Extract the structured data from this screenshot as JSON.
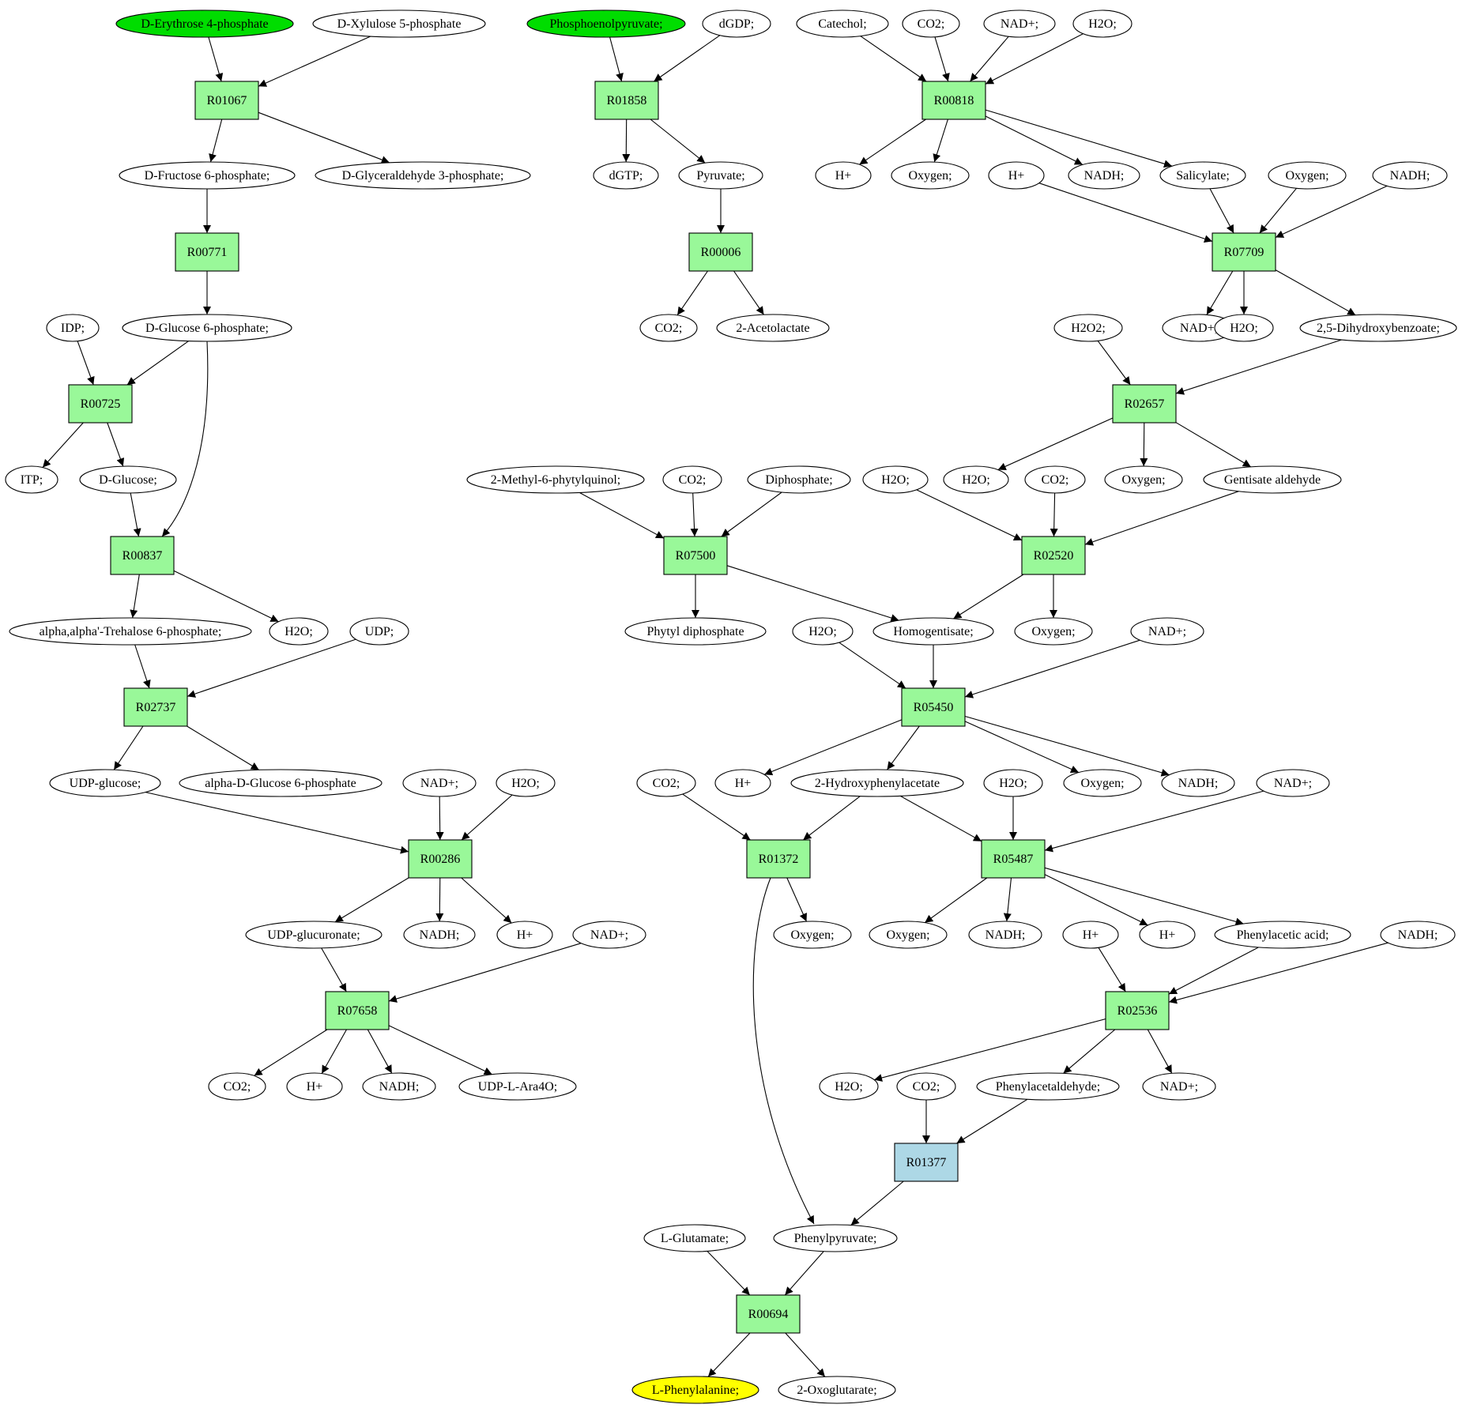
{
  "colors": {
    "background": "#ffffff",
    "compound": "#ffffff",
    "reaction": "#99f899",
    "start_compound": "#00dd00",
    "target_compound": "#ffff00",
    "highlight_reaction": "#add8e6",
    "stroke": "#000000"
  },
  "nodes": [
    {
      "id": "n_e4p",
      "kind": "compound",
      "style": "start",
      "label": "D-Erythrose 4-phosphate"
    },
    {
      "id": "n_x5p",
      "kind": "compound",
      "label": "D-Xylulose 5-phosphate"
    },
    {
      "id": "r_R01067",
      "kind": "reaction",
      "label": "R01067"
    },
    {
      "id": "n_f6p",
      "kind": "compound",
      "label": "D-Fructose 6-phosphate;"
    },
    {
      "id": "n_g3p",
      "kind": "compound",
      "label": "D-Glyceraldehyde 3-phosphate;"
    },
    {
      "id": "r_R00771",
      "kind": "reaction",
      "label": "R00771"
    },
    {
      "id": "n_idp",
      "kind": "compound",
      "label": "IDP;"
    },
    {
      "id": "n_g6p",
      "kind": "compound",
      "label": "D-Glucose 6-phosphate;"
    },
    {
      "id": "r_R00725",
      "kind": "reaction",
      "label": "R00725"
    },
    {
      "id": "n_itp",
      "kind": "compound",
      "label": "ITP;"
    },
    {
      "id": "n_glc",
      "kind": "compound",
      "label": "D-Glucose;"
    },
    {
      "id": "r_R00837",
      "kind": "reaction",
      "label": "R00837"
    },
    {
      "id": "n_tre6p",
      "kind": "compound",
      "label": "alpha,alpha'-Trehalose 6-phosphate;"
    },
    {
      "id": "n_h2o_a",
      "kind": "compound",
      "label": "H2O;"
    },
    {
      "id": "n_udp",
      "kind": "compound",
      "label": "UDP;"
    },
    {
      "id": "r_R02737",
      "kind": "reaction",
      "label": "R02737"
    },
    {
      "id": "n_udpglc",
      "kind": "compound",
      "label": "UDP-glucose;"
    },
    {
      "id": "n_ag6p",
      "kind": "compound",
      "label": "alpha-D-Glucose 6-phosphate"
    },
    {
      "id": "n_nad_a",
      "kind": "compound",
      "label": "NAD+;"
    },
    {
      "id": "n_h2o_b",
      "kind": "compound",
      "label": "H2O;"
    },
    {
      "id": "r_R00286",
      "kind": "reaction",
      "label": "R00286"
    },
    {
      "id": "n_udpgla",
      "kind": "compound",
      "label": "UDP-glucuronate;"
    },
    {
      "id": "n_nadh_a",
      "kind": "compound",
      "label": "NADH;"
    },
    {
      "id": "n_hp_a",
      "kind": "compound",
      "label": "H+"
    },
    {
      "id": "n_nad_b",
      "kind": "compound",
      "label": "NAD+;"
    },
    {
      "id": "r_R07658",
      "kind": "reaction",
      "label": "R07658"
    },
    {
      "id": "n_co2_a",
      "kind": "compound",
      "label": "CO2;"
    },
    {
      "id": "n_hp_b",
      "kind": "compound",
      "label": "H+"
    },
    {
      "id": "n_nadh_b",
      "kind": "compound",
      "label": "NADH;"
    },
    {
      "id": "n_udpara",
      "kind": "compound",
      "label": "UDP-L-Ara4O;"
    },
    {
      "id": "n_pep",
      "kind": "compound",
      "style": "start",
      "label": "Phosphoenolpyruvate;"
    },
    {
      "id": "n_dgdp",
      "kind": "compound",
      "label": "dGDP;"
    },
    {
      "id": "r_R01858",
      "kind": "reaction",
      "label": "R01858"
    },
    {
      "id": "n_dgtp",
      "kind": "compound",
      "label": "dGTP;"
    },
    {
      "id": "n_pyr",
      "kind": "compound",
      "label": "Pyruvate;"
    },
    {
      "id": "r_R00006",
      "kind": "reaction",
      "label": "R00006"
    },
    {
      "id": "n_co2_b",
      "kind": "compound",
      "label": "CO2;"
    },
    {
      "id": "n_acl",
      "kind": "compound",
      "label": "2-Acetolactate"
    },
    {
      "id": "n_catechol",
      "kind": "compound",
      "label": "Catechol;"
    },
    {
      "id": "n_co2_c",
      "kind": "compound",
      "label": "CO2;"
    },
    {
      "id": "n_nad_c",
      "kind": "compound",
      "label": "NAD+;"
    },
    {
      "id": "n_h2o_c",
      "kind": "compound",
      "label": "H2O;"
    },
    {
      "id": "r_R00818",
      "kind": "reaction",
      "label": "R00818"
    },
    {
      "id": "n_hp_c",
      "kind": "compound",
      "label": "H+"
    },
    {
      "id": "n_oxy_a",
      "kind": "compound",
      "label": "Oxygen;"
    },
    {
      "id": "n_hp_d",
      "kind": "compound",
      "label": "H+"
    },
    {
      "id": "n_nadh_c",
      "kind": "compound",
      "label": "NADH;"
    },
    {
      "id": "n_sal",
      "kind": "compound",
      "label": "Salicylate;"
    },
    {
      "id": "n_oxy_b",
      "kind": "compound",
      "label": "Oxygen;"
    },
    {
      "id": "n_nadh_d",
      "kind": "compound",
      "label": "NADH;"
    },
    {
      "id": "r_R07709",
      "kind": "reaction",
      "label": "R07709"
    },
    {
      "id": "n_h2o2",
      "kind": "compound",
      "label": "H2O2;"
    },
    {
      "id": "n_nad_d",
      "kind": "compound",
      "label": "NAD+;"
    },
    {
      "id": "n_h2o_d",
      "kind": "compound",
      "label": "H2O;"
    },
    {
      "id": "n_dhb",
      "kind": "compound",
      "label": "2,5-Dihydroxybenzoate;"
    },
    {
      "id": "r_R02657",
      "kind": "reaction",
      "label": "R02657"
    },
    {
      "id": "n_mpq",
      "kind": "compound",
      "label": "2-Methyl-6-phytylquinol;"
    },
    {
      "id": "n_co2_d",
      "kind": "compound",
      "label": "CO2;"
    },
    {
      "id": "n_ppi",
      "kind": "compound",
      "label": "Diphosphate;"
    },
    {
      "id": "n_h2o_e",
      "kind": "compound",
      "label": "H2O;"
    },
    {
      "id": "n_h2o_f",
      "kind": "compound",
      "label": "H2O;"
    },
    {
      "id": "n_co2_e",
      "kind": "compound",
      "label": "CO2;"
    },
    {
      "id": "n_oxy_c",
      "kind": "compound",
      "label": "Oxygen;"
    },
    {
      "id": "n_gald",
      "kind": "compound",
      "label": "Gentisate aldehyde"
    },
    {
      "id": "r_R07500",
      "kind": "reaction",
      "label": "R07500"
    },
    {
      "id": "r_R02520",
      "kind": "reaction",
      "label": "R02520"
    },
    {
      "id": "n_phytpp",
      "kind": "compound",
      "label": "Phytyl diphosphate"
    },
    {
      "id": "n_h2o_g",
      "kind": "compound",
      "label": "H2O;"
    },
    {
      "id": "n_hga",
      "kind": "compound",
      "label": "Homogentisate;"
    },
    {
      "id": "n_oxy_d",
      "kind": "compound",
      "label": "Oxygen;"
    },
    {
      "id": "n_nad_e",
      "kind": "compound",
      "label": "NAD+;"
    },
    {
      "id": "r_R05450",
      "kind": "reaction",
      "label": "R05450"
    },
    {
      "id": "n_co2_f",
      "kind": "compound",
      "label": "CO2;"
    },
    {
      "id": "n_hp_e",
      "kind": "compound",
      "label": "H+"
    },
    {
      "id": "n_hpa",
      "kind": "compound",
      "label": "2-Hydroxyphenylacetate"
    },
    {
      "id": "n_h2o_h",
      "kind": "compound",
      "label": "H2O;"
    },
    {
      "id": "n_oxy_e",
      "kind": "compound",
      "label": "Oxygen;"
    },
    {
      "id": "n_nadh_e",
      "kind": "compound",
      "label": "NADH;"
    },
    {
      "id": "n_nad_f",
      "kind": "compound",
      "label": "NAD+;"
    },
    {
      "id": "r_R01372",
      "kind": "reaction",
      "label": "R01372"
    },
    {
      "id": "r_R05487",
      "kind": "reaction",
      "label": "R05487"
    },
    {
      "id": "n_oxy_f",
      "kind": "compound",
      "label": "Oxygen;"
    },
    {
      "id": "n_oxy_g",
      "kind": "compound",
      "label": "Oxygen;"
    },
    {
      "id": "n_nadh_f",
      "kind": "compound",
      "label": "NADH;"
    },
    {
      "id": "n_hp_f",
      "kind": "compound",
      "label": "H+"
    },
    {
      "id": "n_hp_g",
      "kind": "compound",
      "label": "H+"
    },
    {
      "id": "n_paa",
      "kind": "compound",
      "label": "Phenylacetic acid;"
    },
    {
      "id": "n_nadh_g",
      "kind": "compound",
      "label": "NADH;"
    },
    {
      "id": "r_R02536",
      "kind": "reaction",
      "label": "R02536"
    },
    {
      "id": "n_h2o_i",
      "kind": "compound",
      "label": "H2O;"
    },
    {
      "id": "n_co2_g",
      "kind": "compound",
      "label": "CO2;"
    },
    {
      "id": "n_pald",
      "kind": "compound",
      "label": "Phenylacetaldehyde;"
    },
    {
      "id": "n_nad_g",
      "kind": "compound",
      "label": "NAD+;"
    },
    {
      "id": "r_R01377",
      "kind": "reaction",
      "style": "highlight",
      "label": "R01377"
    },
    {
      "id": "n_glu",
      "kind": "compound",
      "label": "L-Glutamate;"
    },
    {
      "id": "n_ppyr",
      "kind": "compound",
      "label": "Phenylpyruvate;"
    },
    {
      "id": "r_R00694",
      "kind": "reaction",
      "label": "R00694"
    },
    {
      "id": "n_phe",
      "kind": "compound",
      "style": "target",
      "label": "L-Phenylalanine;"
    },
    {
      "id": "n_akg",
      "kind": "compound",
      "label": "2-Oxoglutarate;"
    }
  ],
  "edges": [
    [
      "n_e4p",
      "r_R01067"
    ],
    [
      "n_x5p",
      "r_R01067"
    ],
    [
      "r_R01067",
      "n_f6p"
    ],
    [
      "r_R01067",
      "n_g3p"
    ],
    [
      "n_f6p",
      "r_R00771"
    ],
    [
      "r_R00771",
      "n_g6p"
    ],
    [
      "n_idp",
      "r_R00725"
    ],
    [
      "n_g6p",
      "r_R00725"
    ],
    [
      "r_R00725",
      "n_itp"
    ],
    [
      "r_R00725",
      "n_glc"
    ],
    [
      "n_glc",
      "r_R00837"
    ],
    [
      "n_g6p",
      "r_R00837"
    ],
    [
      "r_R00837",
      "n_tre6p"
    ],
    [
      "r_R00837",
      "n_h2o_a"
    ],
    [
      "n_tre6p",
      "r_R02737"
    ],
    [
      "n_udp",
      "r_R02737"
    ],
    [
      "r_R02737",
      "n_udpglc"
    ],
    [
      "r_R02737",
      "n_ag6p"
    ],
    [
      "n_udpglc",
      "r_R00286"
    ],
    [
      "n_nad_a",
      "r_R00286"
    ],
    [
      "n_h2o_b",
      "r_R00286"
    ],
    [
      "r_R00286",
      "n_udpgla"
    ],
    [
      "r_R00286",
      "n_nadh_a"
    ],
    [
      "r_R00286",
      "n_hp_a"
    ],
    [
      "n_udpgla",
      "r_R07658"
    ],
    [
      "n_nad_b",
      "r_R07658"
    ],
    [
      "r_R07658",
      "n_co2_a"
    ],
    [
      "r_R07658",
      "n_hp_b"
    ],
    [
      "r_R07658",
      "n_nadh_b"
    ],
    [
      "r_R07658",
      "n_udpara"
    ],
    [
      "n_pep",
      "r_R01858"
    ],
    [
      "n_dgdp",
      "r_R01858"
    ],
    [
      "r_R01858",
      "n_dgtp"
    ],
    [
      "r_R01858",
      "n_pyr"
    ],
    [
      "n_pyr",
      "r_R00006"
    ],
    [
      "r_R00006",
      "n_co2_b"
    ],
    [
      "r_R00006",
      "n_acl"
    ],
    [
      "n_catechol",
      "r_R00818"
    ],
    [
      "n_co2_c",
      "r_R00818"
    ],
    [
      "n_nad_c",
      "r_R00818"
    ],
    [
      "n_h2o_c",
      "r_R00818"
    ],
    [
      "r_R00818",
      "n_hp_c"
    ],
    [
      "r_R00818",
      "n_oxy_a"
    ],
    [
      "r_R00818",
      "n_nadh_c"
    ],
    [
      "r_R00818",
      "n_sal"
    ],
    [
      "n_hp_d",
      "r_R07709"
    ],
    [
      "n_sal",
      "r_R07709"
    ],
    [
      "n_oxy_b",
      "r_R07709"
    ],
    [
      "n_nadh_d",
      "r_R07709"
    ],
    [
      "r_R07709",
      "n_nad_d"
    ],
    [
      "r_R07709",
      "n_h2o_d"
    ],
    [
      "r_R07709",
      "n_dhb"
    ],
    [
      "n_h2o2",
      "r_R02657"
    ],
    [
      "n_dhb",
      "r_R02657"
    ],
    [
      "r_R02657",
      "n_h2o_f"
    ],
    [
      "r_R02657",
      "n_oxy_c"
    ],
    [
      "r_R02657",
      "n_gald"
    ],
    [
      "n_mpq",
      "r_R07500"
    ],
    [
      "n_co2_d",
      "r_R07500"
    ],
    [
      "n_ppi",
      "r_R07500"
    ],
    [
      "r_R07500",
      "n_phytpp"
    ],
    [
      "r_R07500",
      "n_hga"
    ],
    [
      "n_h2o_e",
      "r_R02520"
    ],
    [
      "n_co2_e",
      "r_R02520"
    ],
    [
      "n_gald",
      "r_R02520"
    ],
    [
      "r_R02520",
      "n_hga"
    ],
    [
      "r_R02520",
      "n_oxy_d"
    ],
    [
      "n_h2o_g",
      "r_R05450"
    ],
    [
      "n_hga",
      "r_R05450"
    ],
    [
      "n_nad_e",
      "r_R05450"
    ],
    [
      "r_R05450",
      "n_hp_e"
    ],
    [
      "r_R05450",
      "n_hpa"
    ],
    [
      "r_R05450",
      "n_oxy_e"
    ],
    [
      "r_R05450",
      "n_nadh_e"
    ],
    [
      "n_co2_f",
      "r_R01372"
    ],
    [
      "n_hpa",
      "r_R01372"
    ],
    [
      "r_R01372",
      "n_oxy_f"
    ],
    [
      "r_R01372",
      "n_ppyr"
    ],
    [
      "n_hpa",
      "r_R05487"
    ],
    [
      "n_h2o_h",
      "r_R05487"
    ],
    [
      "n_nad_f",
      "r_R05487"
    ],
    [
      "r_R05487",
      "n_oxy_g"
    ],
    [
      "r_R05487",
      "n_nadh_f"
    ],
    [
      "r_R05487",
      "n_hp_g"
    ],
    [
      "r_R05487",
      "n_paa"
    ],
    [
      "n_hp_f",
      "r_R02536"
    ],
    [
      "n_paa",
      "r_R02536"
    ],
    [
      "n_nadh_g",
      "r_R02536"
    ],
    [
      "r_R02536",
      "n_h2o_i"
    ],
    [
      "r_R02536",
      "n_pald"
    ],
    [
      "r_R02536",
      "n_nad_g"
    ],
    [
      "n_co2_g",
      "r_R01377"
    ],
    [
      "n_pald",
      "r_R01377"
    ],
    [
      "r_R01377",
      "n_ppyr"
    ],
    [
      "n_glu",
      "r_R00694"
    ],
    [
      "n_ppyr",
      "r_R00694"
    ],
    [
      "r_R00694",
      "n_phe"
    ],
    [
      "r_R00694",
      "n_akg"
    ]
  ]
}
